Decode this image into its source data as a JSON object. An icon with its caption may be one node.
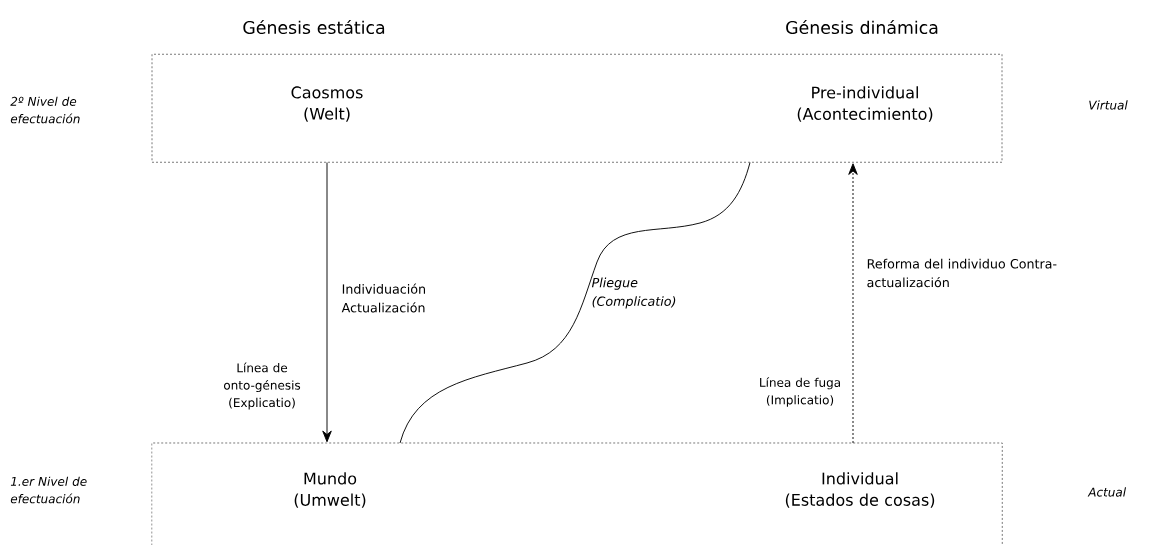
{
  "diagram": {
    "nodes": [
      {
        "text": [
          "Caosmos (Welt)",
          "Pre-individual (Acontecimiento)"
        ]
      },
      {
        "text": [
          "Mundo (Umwelt)",
          "Individual (Estados de cosas)"
        ]
      }
    ],
    "edges": [
      {
        "from": 0,
        "to": 1,
        "arrow": "to",
        "label": "Individuación Actualización"
      },
      {
        "from": 1,
        "to": 0,
        "arrow": "none",
        "label": "Pliegue (Complicatio)"
      },
      {
        "from": 1,
        "to": 0,
        "arrow": "to",
        "style": "dashed",
        "label": "Reforma del individuo Contra-actualización"
      }
    ],
    "labels": [
      "Génesis estática",
      "Génesis dinámica",
      "2º Nivel de efectuación",
      "Virtual",
      "Línea de onto-génesis (Explicatio)",
      "Línea de fuga (Implicatio)",
      "1.er Nivel de efectuación",
      "Actual"
    ]
  }
}
